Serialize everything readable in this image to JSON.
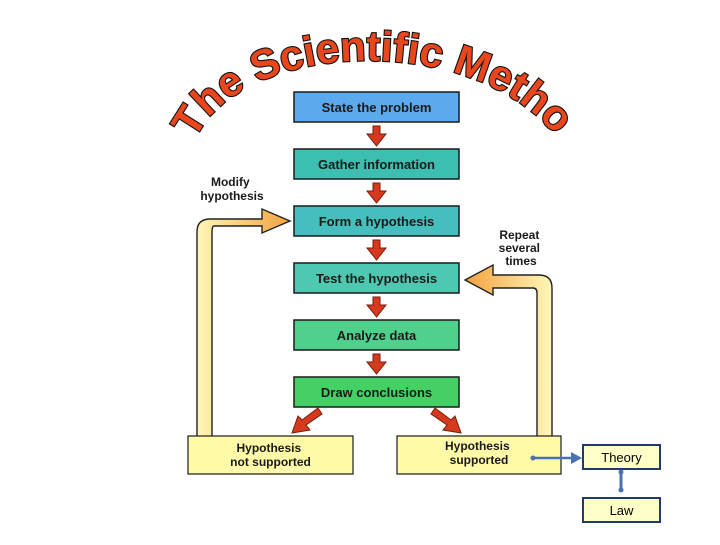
{
  "diagram": {
    "title": "The Scientific Method",
    "steps": [
      {
        "label": "State the problem",
        "color": "#5da9ee"
      },
      {
        "label": "Gather information",
        "color": "#3cbfb1"
      },
      {
        "label": "Form a hypothesis",
        "color": "#45bfbd"
      },
      {
        "label": "Test the hypothesis",
        "color": "#4ec8b0"
      },
      {
        "label": "Analyze data",
        "color": "#4fd08c"
      },
      {
        "label": "Draw conclusions",
        "color": "#45d065"
      }
    ],
    "outcomes": {
      "not_supported": "Hypothesis not supported",
      "supported": "Hypothesis supported"
    },
    "notes": {
      "modify": "Modify hypothesis",
      "repeat": "Repeat several times"
    },
    "extra": {
      "theory": "Theory",
      "law": "Law"
    }
  },
  "colors": {
    "arrow_red": "#d63a1e",
    "loop_yellow": "#fff3a6",
    "loop_orange": "#f19a3a",
    "outcome_fill": "#fffaa8",
    "connector_blue": "#4a72b0"
  }
}
